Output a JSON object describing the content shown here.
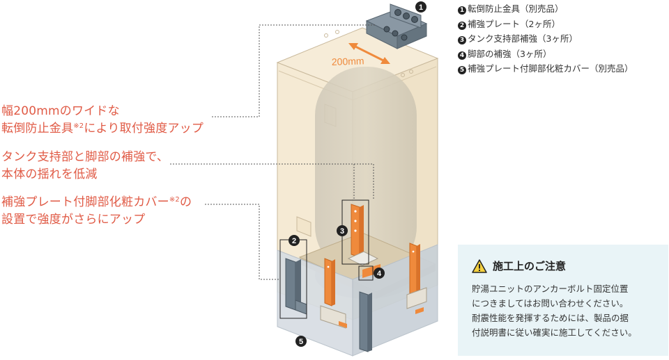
{
  "callouts": {
    "c1_line1": "幅200mmのワイドな",
    "c1_line2_pre": "転倒防止金具",
    "c1_line2_sup": "※2",
    "c1_line2_post": "により取付強度アップ",
    "c2_line1": "タンク支持部と脚部の補強で、",
    "c2_line2": "本体の揺れを低減",
    "c3_line1_pre": "補強プレート付脚部化粧カバー",
    "c3_line1_sup": "※2",
    "c3_line1_post": "の",
    "c3_line2": "設置で強度がさらにアップ"
  },
  "dimension_label": "200mm",
  "markers": {
    "m1": "1",
    "m2": "2",
    "m3": "3",
    "m4": "4",
    "m5": "5"
  },
  "parts": [
    {
      "num": "1",
      "label": "転倒防止金具（別売品）"
    },
    {
      "num": "2",
      "label": "補強プレート（2ヶ所）"
    },
    {
      "num": "3",
      "label": "タンク支持部補強（3ヶ所）"
    },
    {
      "num": "4",
      "label": "脚部の補強（3ヶ所）"
    },
    {
      "num": "5",
      "label": "補強プレート付脚部化粧カバー（別売品）"
    }
  ],
  "notice": {
    "title": "施工上のご注意",
    "icon": "warning-icon",
    "line1": "貯湯ユニットのアンカーボルト固定位置",
    "line2": "につきましてはお問い合わせください。",
    "line3": "耐震性能を発揮するためには、製品の据",
    "line4": "付説明書に従い確実に施工してください。"
  },
  "colors": {
    "accent": "#e05a45",
    "reinforcement": "#ef8a3c",
    "plate": "#6f7f8c",
    "cabinet": "#f3e6cc",
    "notice_bg": "#e9f4f7"
  }
}
